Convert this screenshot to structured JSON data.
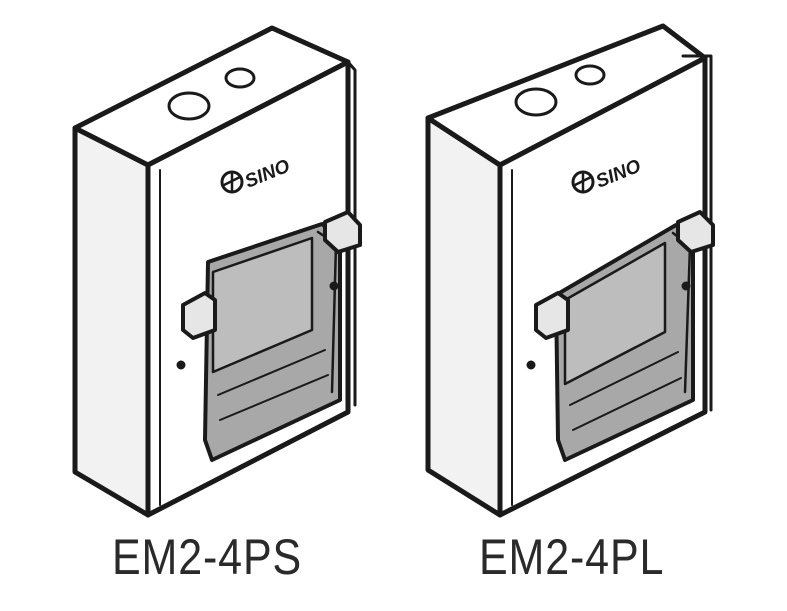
{
  "products": [
    {
      "model": "EM2-4PS",
      "brand": "SINO"
    },
    {
      "model": "EM2-4PL",
      "brand": "SINO"
    }
  ],
  "colors": {
    "outline": "#1a1a1a",
    "front": "#ffffff",
    "side": "#f2f2f2",
    "window": "#a8a8a8",
    "window_inner": "#bdbdbd",
    "door": "#e6e6e6"
  }
}
